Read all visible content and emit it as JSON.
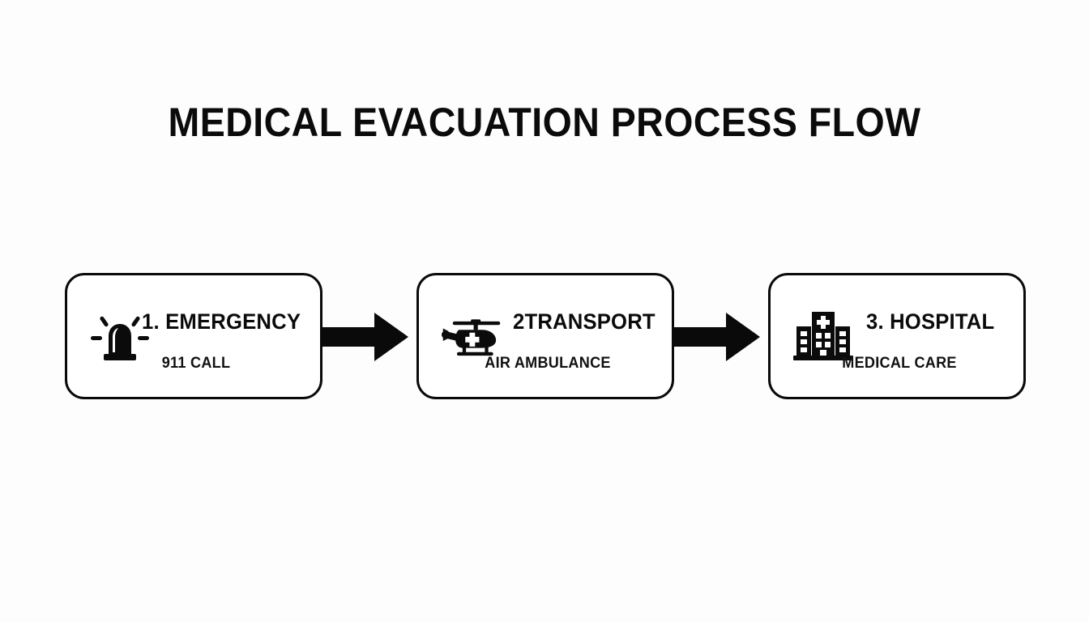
{
  "page": {
    "background_color": "#fdfdfd",
    "ink_color": "#0b0b0b",
    "title": "MEDICAL EVACUATION PROCESS FLOW"
  },
  "flow": {
    "steps": [
      {
        "index": "1",
        "heading": "1. EMERGENCY",
        "subtitle": "911 CALL",
        "icon": "siren-beacon-icon"
      },
      {
        "index": "2",
        "heading": "2TRANSPORT",
        "subtitle": "AIR AMBULANCE",
        "icon": "medical-helicopter-icon"
      },
      {
        "index": "3",
        "heading": "3. HOSPITAL",
        "subtitle": "MEDICAL CARE",
        "icon": "hospital-building-icon"
      }
    ],
    "connectors": [
      {
        "name": "arrow-emergency-to-transport",
        "direction": "right"
      },
      {
        "name": "arrow-transport-to-hospital",
        "direction": "right"
      }
    ]
  }
}
